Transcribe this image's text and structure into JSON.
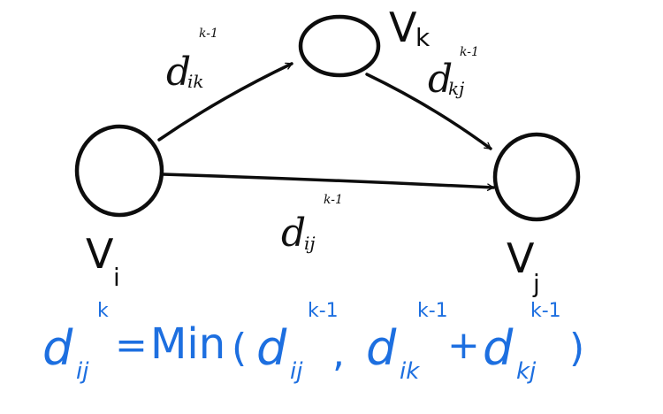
{
  "nodes": {
    "vi": {
      "base": "V",
      "sub": "i"
    },
    "vk": {
      "base": "V",
      "sub": "k"
    },
    "vj": {
      "base": "V",
      "sub": "j"
    }
  },
  "edge_labels": {
    "ik": {
      "base": "d",
      "sub": "ik",
      "sup": "k-1"
    },
    "kj": {
      "base": "d",
      "sub": "kj",
      "sup": "k-1"
    },
    "ij": {
      "base": "d",
      "sub": "ij",
      "sup": "k-1"
    }
  },
  "formula": {
    "lhs": {
      "base": "d",
      "sub": "ij",
      "sup": "k"
    },
    "equals": "=",
    "func": "Min",
    "open": "(",
    "arg1": {
      "base": "d",
      "sub": "ij",
      "sup": "k-1"
    },
    "comma": ",",
    "arg2a": {
      "base": "d",
      "sub": "ik",
      "sup": "k-1"
    },
    "plus": "+",
    "arg2b": {
      "base": "d",
      "sub": "kj",
      "sup": "k-1"
    },
    "close": ")"
  },
  "colors": {
    "ink": "#0d0d0d",
    "formula": "#1d6fe0",
    "background": "#ffffff"
  }
}
